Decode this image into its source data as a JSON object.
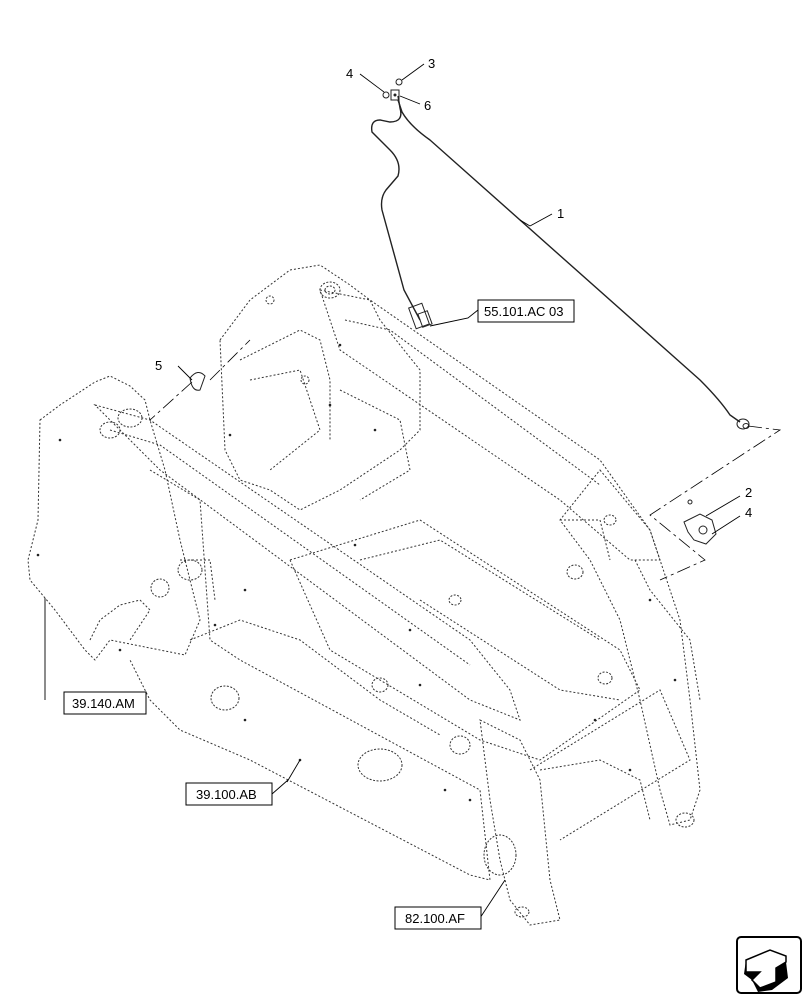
{
  "diagram": {
    "callouts": [
      {
        "id": "c1",
        "label": "1"
      },
      {
        "id": "c2",
        "label": "2"
      },
      {
        "id": "c3",
        "label": "3"
      },
      {
        "id": "c4a",
        "label": "4"
      },
      {
        "id": "c4b",
        "label": "4"
      },
      {
        "id": "c5",
        "label": "5"
      },
      {
        "id": "c6",
        "label": "6"
      }
    ],
    "references": {
      "r1": "55.101.AC 03",
      "r2": "39.140.AM",
      "r3": "39.100.AB",
      "r4": "82.100.AF"
    }
  }
}
